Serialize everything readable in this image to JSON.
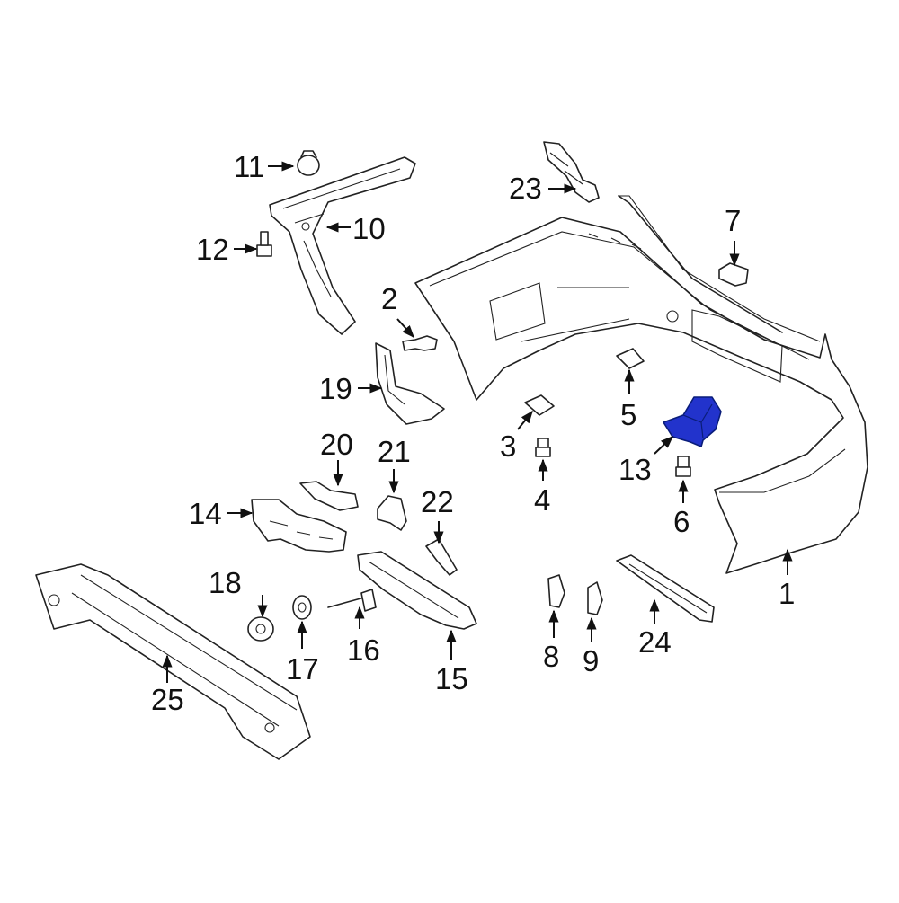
{
  "highlight_color": "#2233cc",
  "highlighted_part": "13",
  "callouts": {
    "p1": "1",
    "p2": "2",
    "p3": "3",
    "p4": "4",
    "p5": "5",
    "p6": "6",
    "p7": "7",
    "p8": "8",
    "p9": "9",
    "p10": "10",
    "p11": "11",
    "p12": "12",
    "p13": "13",
    "p14": "14",
    "p15": "15",
    "p16": "16",
    "p17": "17",
    "p18": "18",
    "p19": "19",
    "p20": "20",
    "p21": "21",
    "p22": "22",
    "p23": "23",
    "p24": "24",
    "p25": "25"
  }
}
